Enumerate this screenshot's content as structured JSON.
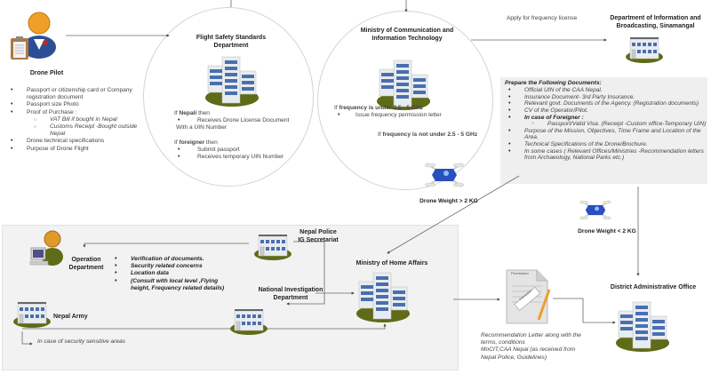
{
  "drone_pilot": {
    "title": "Drone Pilot",
    "requirements": [
      {
        "text": "Passport or citizenship card or Company registration document",
        "level": 1
      },
      {
        "text": "Passport size Photo",
        "level": 1
      },
      {
        "text": "Proof of Purchase  :",
        "level": 1
      },
      {
        "text": "VAT Bill if bought in Nepal",
        "level": 2
      },
      {
        "text": "Customs Receipt -Bought outside Nepal",
        "level": 2
      },
      {
        "text": "Drone technical specifications",
        "level": 1
      },
      {
        "text": "Purpose of Drone Flight",
        "level": 1
      }
    ]
  },
  "flight_safety": {
    "title_line1": "Flight Safety Standards",
    "title_line2": "Department",
    "nepali_prefix": "If ",
    "nepali_bold": "Nepali",
    "nepali_suffix": " then",
    "nepali_item": "Receives Drone License Document",
    "nepali_item_cont": "With a UIN Number",
    "foreigner_prefix": "If ",
    "foreigner_bold": "foreigner",
    "foreigner_suffix": " then",
    "foreigner_items": [
      "Submit  passport",
      "Receives temporary UIN Number"
    ]
  },
  "mocit": {
    "title_line1": "Ministry of Communication and",
    "title_line2": "Information Technology",
    "freq_under_prefix": "If ",
    "freq_under_bold": "frequency is under 2.5 - 5 GHz",
    "freq_under_item": "Issue frequency permission letter",
    "freq_not_prefix": "If ",
    "freq_not_bold": "frequency is not under 2.5 - 5 GHz"
  },
  "apply_label": "Apply for frequency license",
  "dept_info": {
    "title_line1": "Department of Information and",
    "title_line2": "Broadcasting, Sinamangal"
  },
  "documents": {
    "heading": "Prepare the Following Documents:",
    "items": [
      {
        "text": "Official UIN of the CAA Nepal.",
        "level": 1
      },
      {
        "text": "Insurance Document- 3rd Party Insurance.",
        "level": 1
      },
      {
        "text": "Relevant govt. Documents of the Agency. (Registration documents)",
        "level": 1
      },
      {
        "text": "CV of the Operator/Pilot.",
        "level": 1
      },
      {
        "text": "In case of Foreigner :",
        "level": 1,
        "bold": true
      },
      {
        "text": "Passport/Valid Visa. (Receipt -Custom office-Temporary UIN)",
        "level": 2
      },
      {
        "text": "Purpose of the Mission, Objectives, Time Frame and Location of the Area.",
        "level": 1
      },
      {
        "text": "Technical Specifications of the Drone/Brochure.",
        "level": 1
      },
      {
        "text": "In some cases ( Relevant Offices/Ministries -Recommendation letters from Archaeology, National Parks etc.)",
        "level": 1
      }
    ]
  },
  "drone_heavy_label": "Drone Weight > 2 KG",
  "drone_light_label": "Drone Weight < 2 KG",
  "operation_dept": {
    "title_line1": "Operation",
    "title_line2": "Department",
    "items": [
      "Verification of documents.",
      "Security related concerns",
      "Location data",
      "(Consult with local level ,Flying height, Frequency related details)"
    ]
  },
  "nepal_police": {
    "title_line1": "Nepal Police",
    "title_line2": "IG Secretariat"
  },
  "nid": {
    "title_line1": "National Investigation",
    "title_line2": "Department"
  },
  "nepal_army": {
    "title": "Nepal Army",
    "note": "In case of security sensitive areas"
  },
  "home_affairs": {
    "title": "Ministry of Home Affairs"
  },
  "permission_doc": {
    "header_label": "Permission",
    "stamp_label": "Permission",
    "caption_line1": "Recommendation Letter  along with the",
    "caption_line2": "terms, conditions",
    "caption_line3": "MoCIT,CAA Nepal (as received from",
    "caption_line4": "Nepal Police, Guidelines)"
  },
  "dao": {
    "title": "District Administrative Office"
  },
  "colors": {
    "ground": "#5f6b16",
    "building": "#e8ecee",
    "window": "#4a6fb0",
    "drone_body": "#2a4fbf",
    "region_bg": "#f2f2f2",
    "line": "#666666"
  }
}
